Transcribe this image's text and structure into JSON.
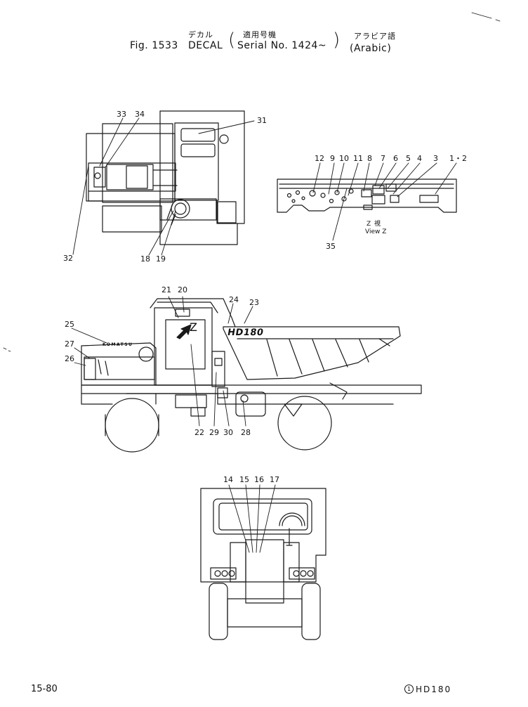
{
  "header": {
    "jp_title": "デカル",
    "jp_serial": "適用号機",
    "jp_arabic": "アラビア語",
    "fig": "Fig. 1533",
    "title": "DECAL",
    "serial": "Serial No. 1424~",
    "language": "(Arabic)"
  },
  "view_z": {
    "label": "Z 視",
    "label_en": "View Z",
    "marker": "Z"
  },
  "truck_logo": "HD180",
  "komatsu_logo": "KOMATSU",
  "callouts": [
    "33",
    "34",
    "31",
    "32",
    "18",
    "19",
    "12",
    "9",
    "10",
    "11",
    "8",
    "7",
    "6",
    "5",
    "4",
    "3",
    "1・2",
    "35",
    "21",
    "20",
    "24",
    "23",
    "25",
    "27",
    "26",
    "22",
    "29",
    "30",
    "28",
    "14",
    "15",
    "16",
    "17"
  ],
  "footer": {
    "page": "15-80",
    "model": "HD180"
  }
}
